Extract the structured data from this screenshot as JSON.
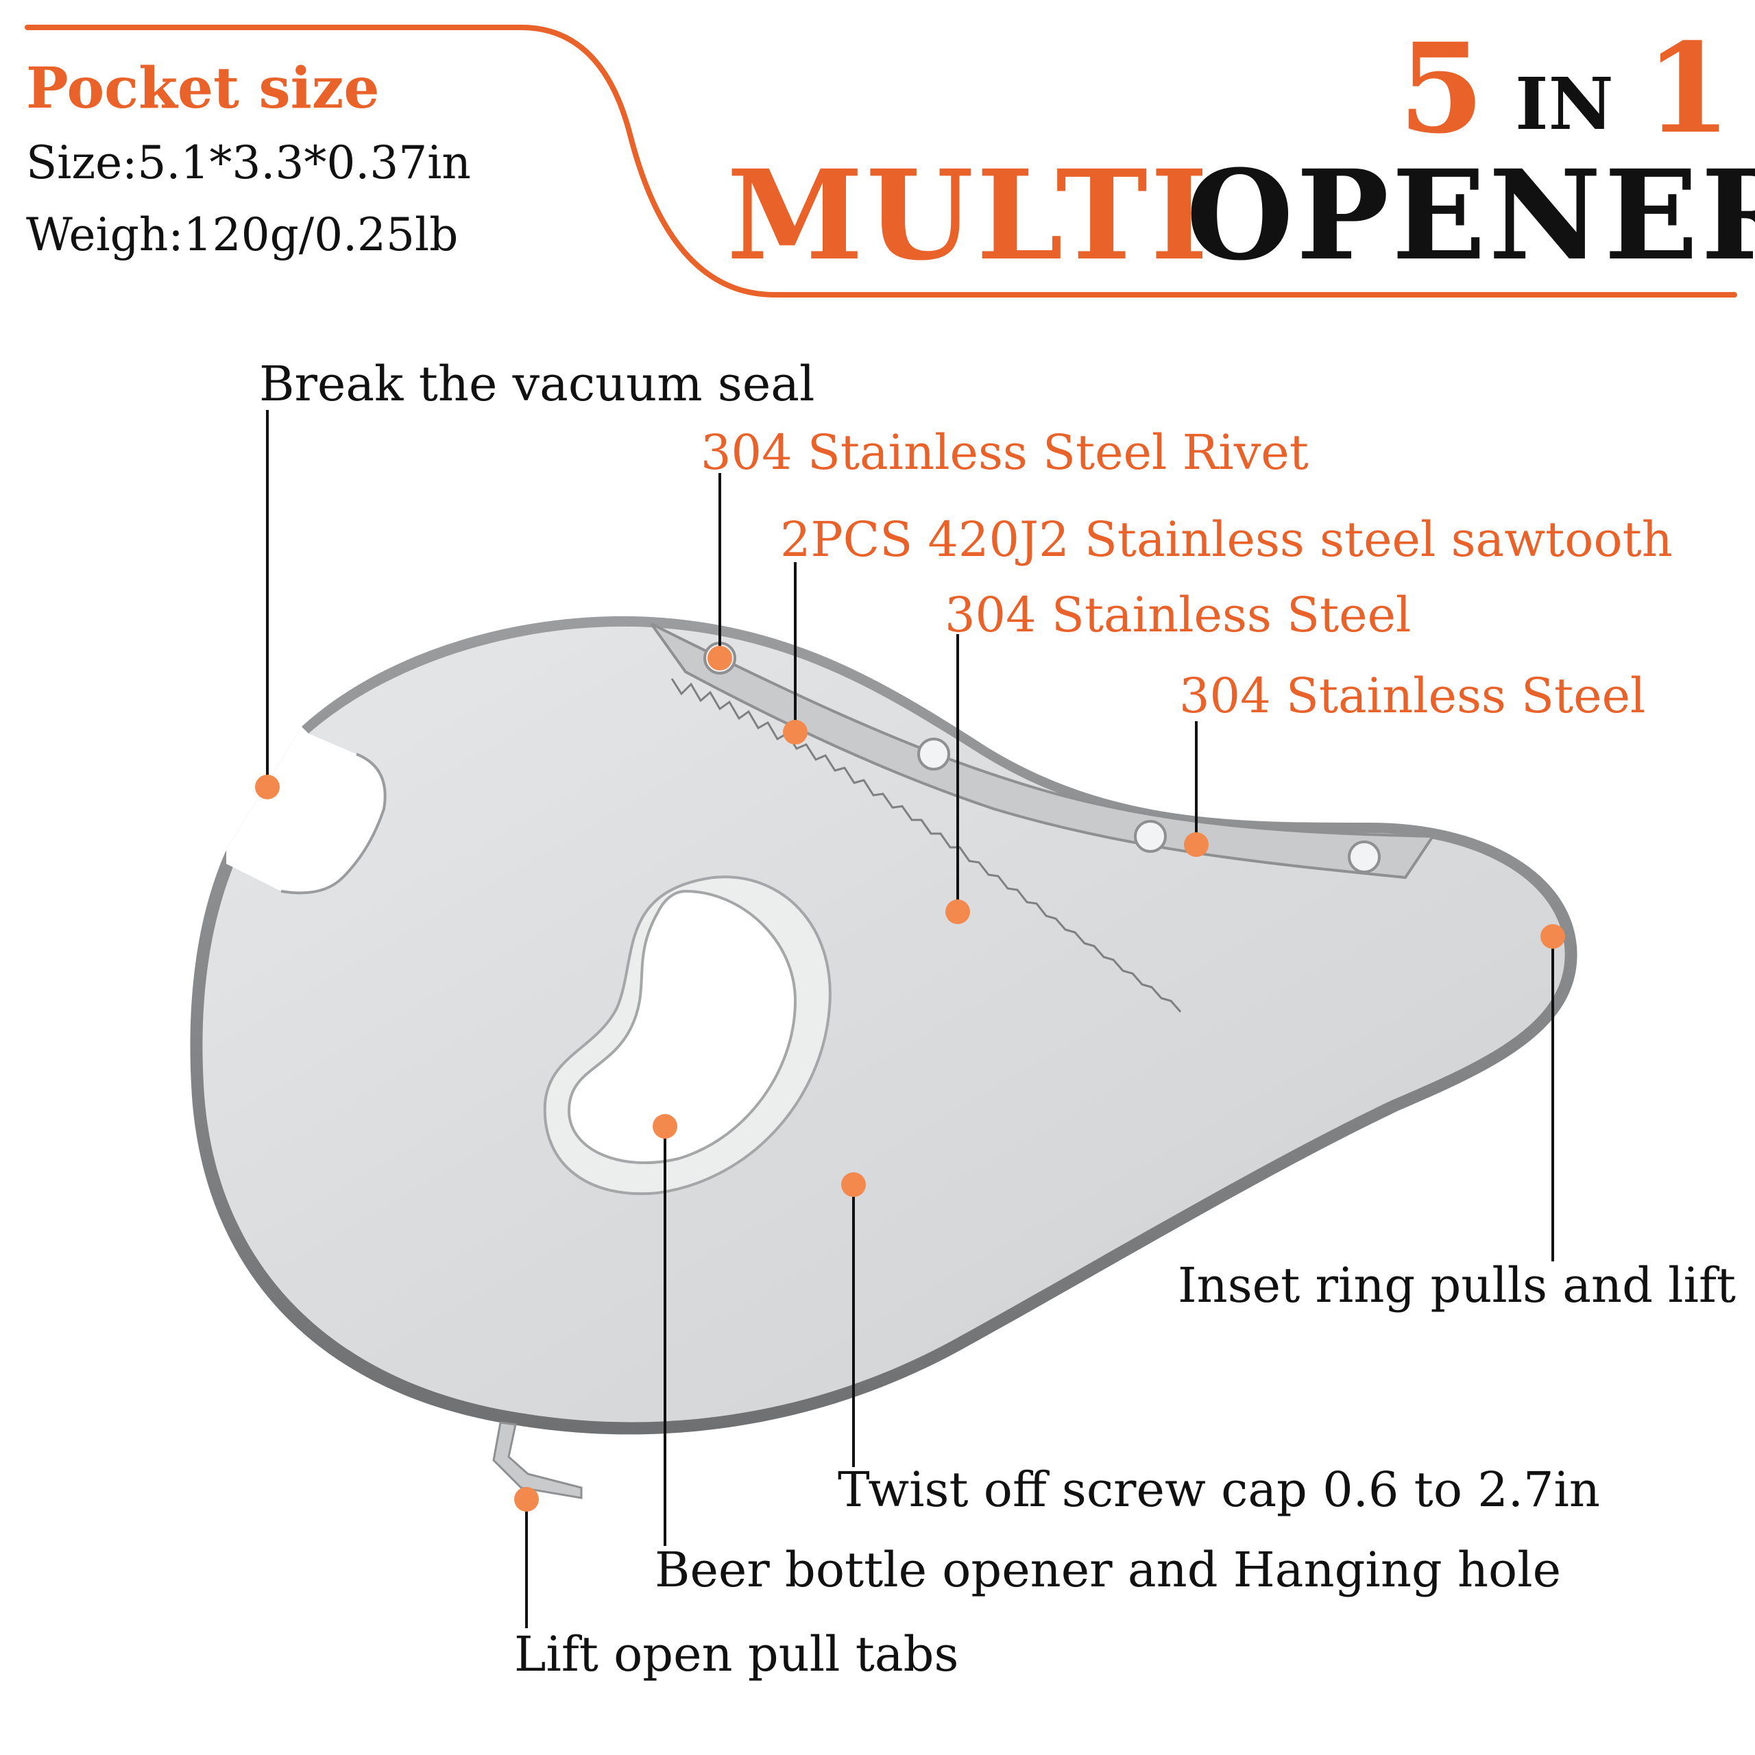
{
  "specs": {
    "heading": "Pocket size",
    "size": "Size:5.1*3.3*0.37in",
    "weight": "Weigh:120g/0.25lb"
  },
  "title": {
    "five": "5",
    "in": "IN",
    "one": "1",
    "multi": "MULTI",
    "opener": "OPENER"
  },
  "callouts": {
    "vacuum_seal": "Break the vacuum seal",
    "rivet": "304 Stainless Steel Rivet",
    "sawtooth": "2PCS 420J2 Stainless steel sawtooth",
    "steel_1": "304 Stainless Steel",
    "steel_2": "304 Stainless Steel",
    "ring_pulls": "Inset ring pulls and lift",
    "screw_cap": "Twist off screw cap 0.6 to 2.7in",
    "beer_opener": "Beer bottle opener and Hanging hole",
    "pull_tabs": "Lift open pull tabs"
  },
  "colors": {
    "accent": "#e8622a",
    "dot": "#f4894e",
    "text": "#111111",
    "metal": "#d6d8da"
  }
}
